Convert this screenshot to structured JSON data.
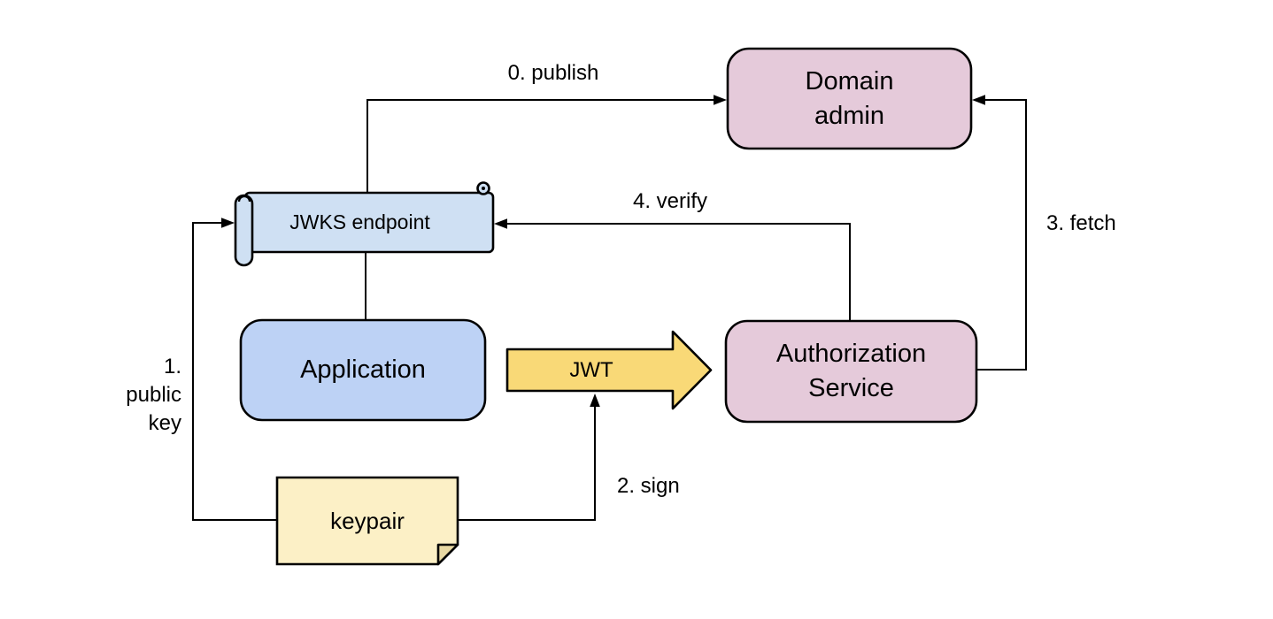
{
  "diagram": {
    "description": "JWKS / JWT authorization flow diagram",
    "colors": {
      "pink": "#e5cada",
      "blue": "#bdd2f5",
      "light_blue": "#cfe0f3",
      "gold": "#f9d977",
      "pale_yellow": "#fcf0c6",
      "fold_yellow": "#e9d9a3",
      "stroke": "#000000"
    },
    "nodes": {
      "domain_admin": {
        "label": "Domain\nadmin"
      },
      "jwks_endpoint": {
        "label": "JWKS endpoint"
      },
      "application": {
        "label": "Application"
      },
      "authorization_service": {
        "label": "Authorization\nService"
      },
      "keypair": {
        "label": "keypair"
      },
      "jwt": {
        "label": "JWT"
      }
    },
    "edges": {
      "publish": {
        "label": "0. publish"
      },
      "public_key": {
        "label": "1.\npublic\nkey"
      },
      "sign": {
        "label": "2. sign"
      },
      "fetch": {
        "label": "3. fetch"
      },
      "verify": {
        "label": "4. verify"
      }
    }
  }
}
